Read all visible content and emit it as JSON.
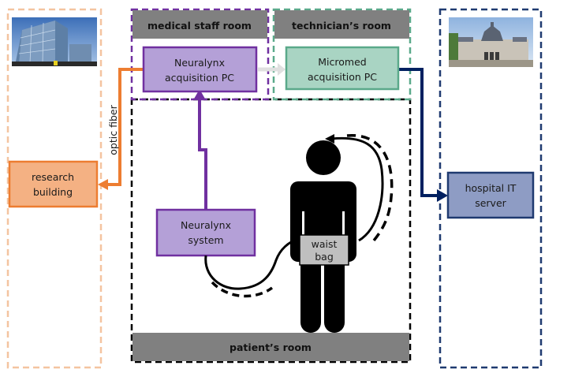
{
  "rooms": {
    "research": {
      "label": "research building",
      "color": "#f2a66b",
      "icon": "office-building-photo"
    },
    "medical_staff": {
      "header": "medical staff room",
      "color": "#7030a0"
    },
    "technician": {
      "header": "technician’s room",
      "color": "#4e9a80"
    },
    "patient": {
      "header": "patient’s room",
      "color": "#000000"
    },
    "hospital": {
      "label": "hospital IT server",
      "color": "#1f3a70",
      "icon": "hospital-building-photo"
    }
  },
  "nodes": {
    "research_building": {
      "line1": "research",
      "line2": "building",
      "fill": "#f4b183",
      "stroke": "#ed7d31"
    },
    "neuralynx_pc": {
      "line1": "Neuralynx",
      "line2": "acquisition PC",
      "fill": "#b4a0d7",
      "stroke": "#7030a0"
    },
    "micromed_pc": {
      "line1": "Micromed",
      "line2": "acquisition PC",
      "fill": "#a9d4c3",
      "stroke": "#5aa98a"
    },
    "neuralynx_system": {
      "line1": "Neuralynx",
      "line2": "system",
      "fill": "#b4a0d7",
      "stroke": "#7030a0"
    },
    "hospital_server": {
      "line1": "hospital IT",
      "line2": "server",
      "fill": "#8e9cc4",
      "stroke": "#1f3a70"
    },
    "waist_bag": {
      "line1": "waist",
      "line2": "bag",
      "fill": "#bfbfbf"
    }
  },
  "edges": {
    "optic_fiber": {
      "label": "optic fiber",
      "color": "#ed7d31"
    },
    "neuralynx_link": {
      "color": "#7030a0"
    },
    "micromed_link": {
      "color": "#002060"
    },
    "pc_to_pc": {
      "color": "#e0e0e0"
    }
  },
  "header_fill": "#808080"
}
